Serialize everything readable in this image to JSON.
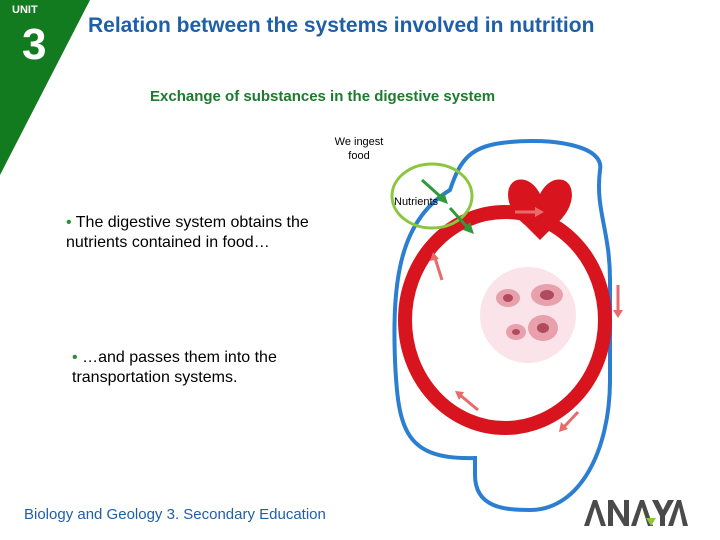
{
  "unit": {
    "label": "UNIT",
    "number": "3"
  },
  "title": "Relation between the systems involved in nutrition",
  "subtitle": "Exchange of substances in the digestive system",
  "diagram": {
    "ingest_label": "We ingest food",
    "nutrients_label": "Nutrients"
  },
  "bullets": [
    {
      "marker": "•",
      "text": "The digestive system obtains the nutrients contained in food…"
    },
    {
      "marker": "•",
      "text": "…and passes them into the transportation systems."
    }
  ],
  "footer": "Biology and Geology 3. Secondary Education",
  "logo_text": "ANAYA",
  "colors": {
    "unit_tab": "#127a1f",
    "title": "#1f5fa8",
    "subtitle": "#1d7a2e",
    "blood_red": "#d8141e",
    "lymph_blue": "#2c7fd0",
    "highlight_green": "#8cc63f"
  }
}
